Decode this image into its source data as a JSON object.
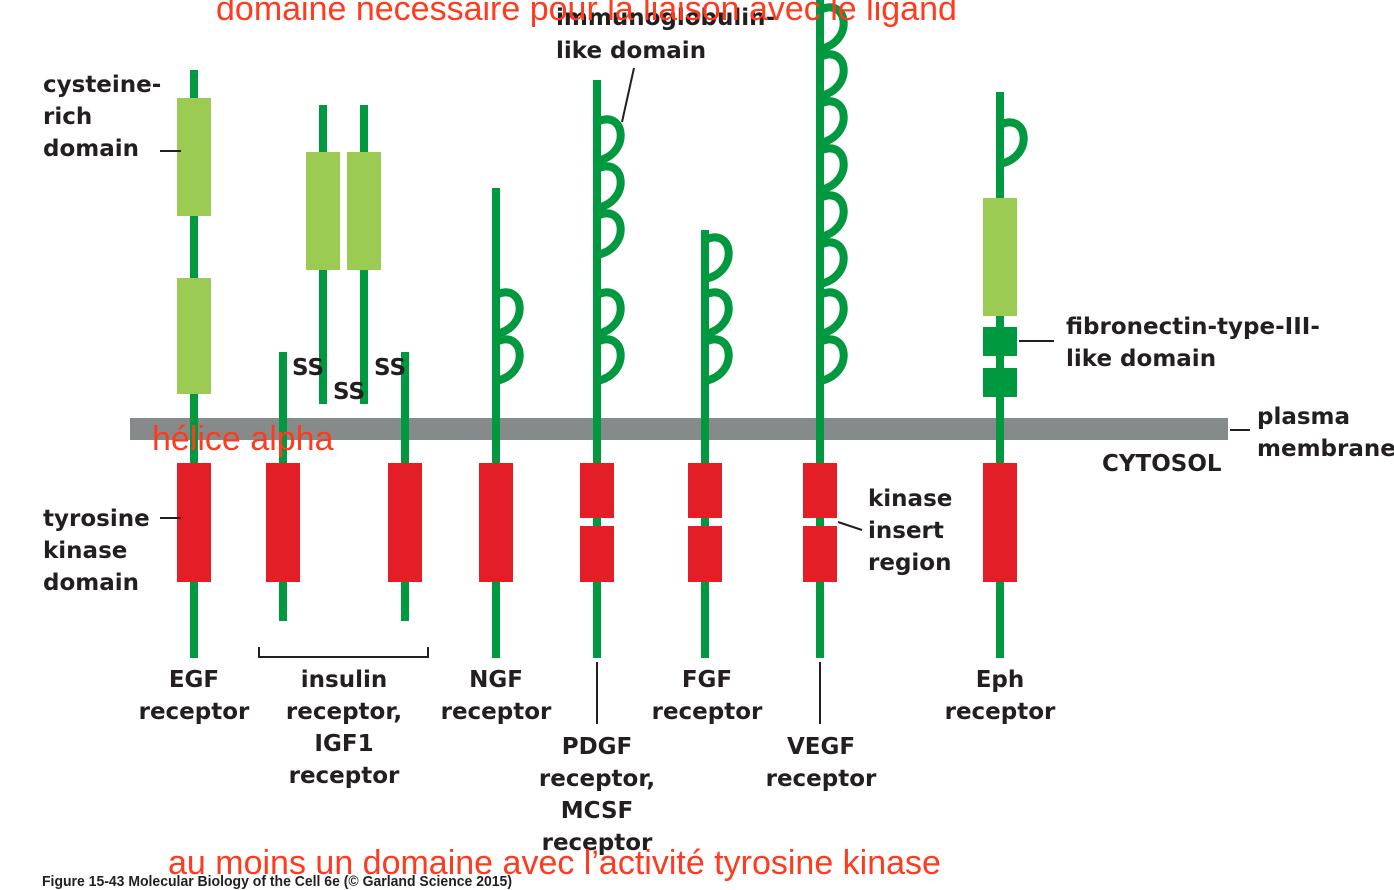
{
  "labels": {
    "cysteine_rich": [
      "cysteine-",
      "rich",
      "domain"
    ],
    "immunoglobulin": [
      "immunoglobulin-",
      "like domain"
    ],
    "fibronectin": [
      "fibronectin-type-III-",
      "like domain"
    ],
    "plasma_membrane": [
      "plasma",
      "membrane"
    ],
    "cytosol": "CYTOSOL",
    "tyrosine_kinase": [
      "tyrosine",
      "kinase",
      "domain"
    ],
    "kinase_insert": [
      "kinase",
      "insert",
      "region"
    ],
    "ss": "SS"
  },
  "receptors": {
    "egf": [
      "EGF",
      "receptor"
    ],
    "insulin": [
      "insulin",
      "receptor,",
      "IGF1",
      "receptor"
    ],
    "ngf": [
      "NGF",
      "receptor"
    ],
    "pdgf": [
      "PDGF",
      "receptor,",
      "MCSF",
      "receptor"
    ],
    "fgf": [
      "FGF",
      "receptor"
    ],
    "vegf": [
      "VEGF",
      "receptor"
    ],
    "eph": [
      "Eph",
      "receptor"
    ]
  },
  "caption": "Figure 15-43 Molecular Biology of the Cell 6e (© Garland Science 2015)",
  "annotations": {
    "top": "domaine nécessaire pour la liaison avec le ligand",
    "helix": "hélice alpha",
    "bottom": "au moins un domaine avec l’activité tyrosine kinase"
  },
  "colors": {
    "stem_green": "#00993f",
    "cysteine_green": "#9ccb54",
    "kinase_red": "#e41e26",
    "membrane_grey": "#858b8a",
    "annotation_red": "#ff3b1f"
  }
}
